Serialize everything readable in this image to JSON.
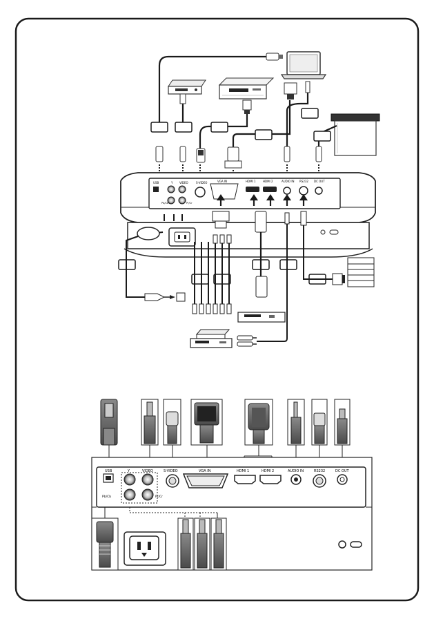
{
  "upper_panel": {
    "port_labels": {
      "usb": "USB",
      "y": "Y",
      "video": "VIDEO",
      "svideo": "S-VIDEO",
      "vga": "VGA IN",
      "hdmi1": "HDMI 1",
      "hdmi2": "HDMI 2",
      "audio": "AUDIO IN",
      "rs232": "RS232",
      "dcout": "DC OUT",
      "pbcb": "Pb/Cb",
      "prcr": "Pr/Cr"
    }
  },
  "lower_panel": {
    "port_labels": {
      "usb": "USB",
      "y": "Y",
      "video": "VIDEO",
      "svideo": "S-VIDEO",
      "vga": "VGA IN",
      "hdmi1": "HDMI 1",
      "hdmi2": "HDMI 2",
      "audio": "AUDIO IN",
      "rs232": "RS232",
      "dcout": "DC OUT",
      "pbcb": "Pb/Cb",
      "prcr": "Pr/Cr"
    }
  }
}
